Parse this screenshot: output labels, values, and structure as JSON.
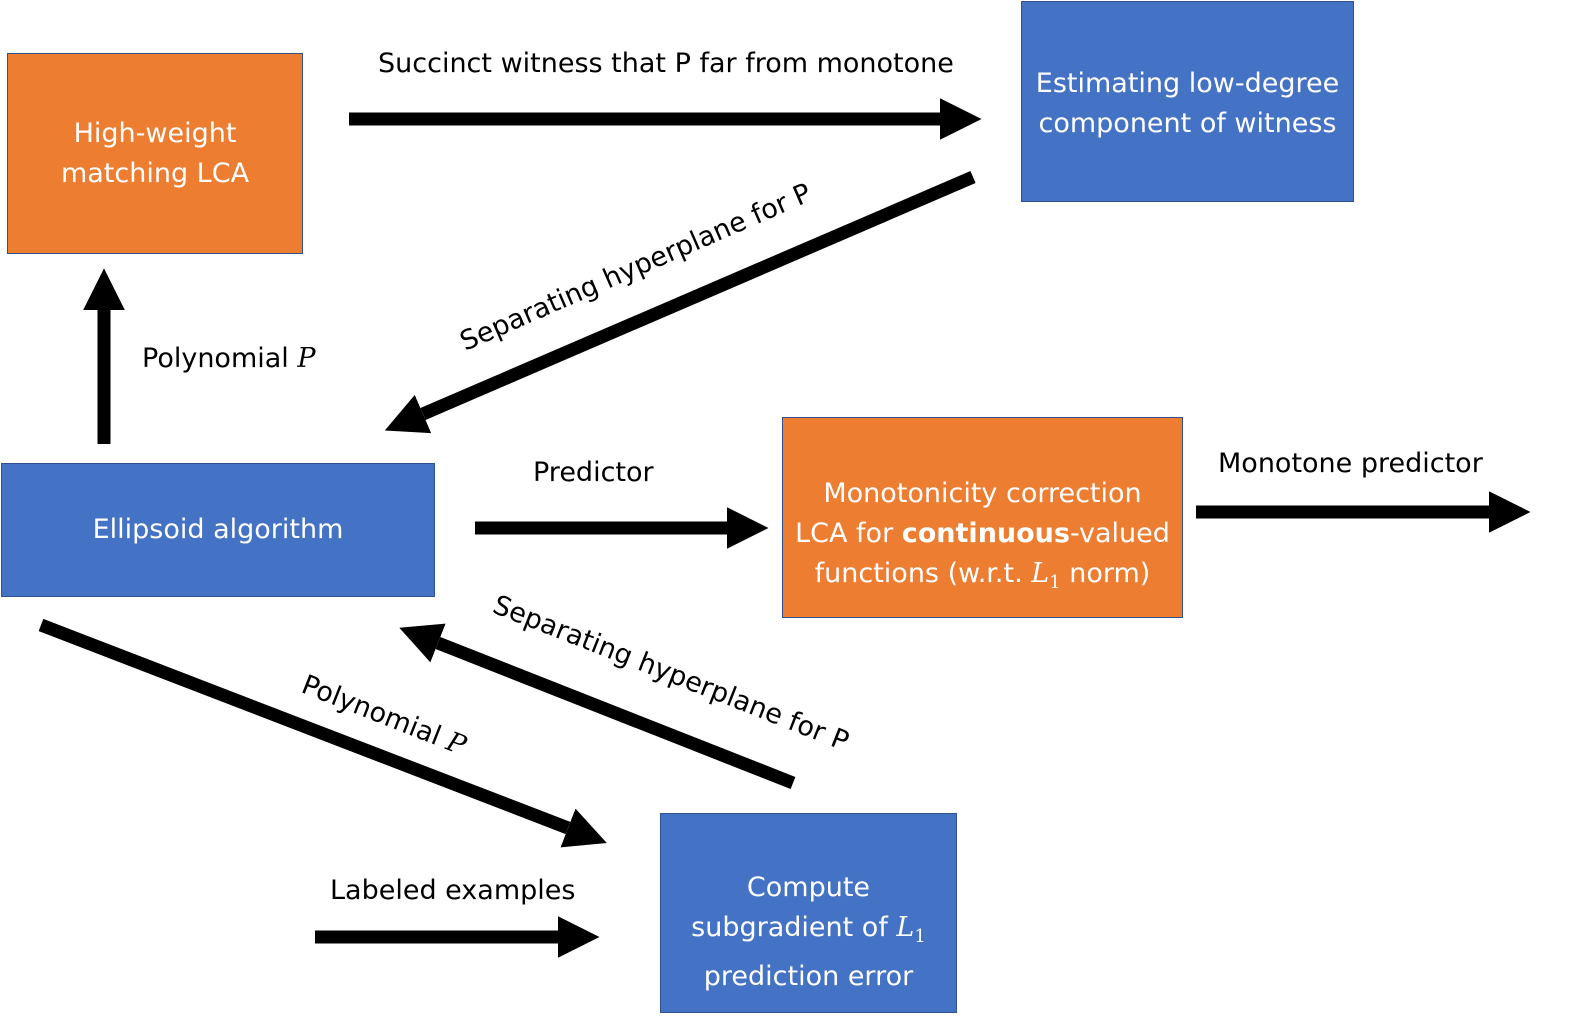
{
  "boxes": {
    "high_weight": {
      "line1": "High-weight",
      "line2": "matching LCA"
    },
    "estimating": {
      "line1": "Estimating low-degree",
      "line2": "component of witness"
    },
    "ellipsoid": {
      "line1": "Ellipsoid algorithm"
    },
    "monotonicity": {
      "line1": "Monotonicity correction",
      "line2_pre": "LCA for ",
      "line2_bold": "continuous",
      "line2_post": "-valued",
      "line3_pre": "functions (w.r.t. ",
      "line3_math": "L",
      "line3_sub": "1",
      "line3_post": " norm)"
    },
    "subgradient": {
      "line1": "Compute",
      "line2_pre": "subgradient of ",
      "line2_math": "L",
      "line2_sub": "1",
      "line3": "prediction error"
    }
  },
  "labels": {
    "succinct": "Succinct witness that P far from monotone",
    "sep_top": "Separating hyperplane for P",
    "poly_up_text": "Polynomial ",
    "poly_up_math": "P",
    "predictor": "Predictor",
    "monotone_predictor": "Monotone predictor",
    "sep_bottom": "Separating hyperplane for P",
    "poly_down_text": "Polynomial ",
    "poly_down_math": "P",
    "labeled": "Labeled examples"
  },
  "colors": {
    "orange": "#ED7D31",
    "blue": "#4472C4",
    "border": "#2F528F",
    "arrow": "#000000"
  }
}
